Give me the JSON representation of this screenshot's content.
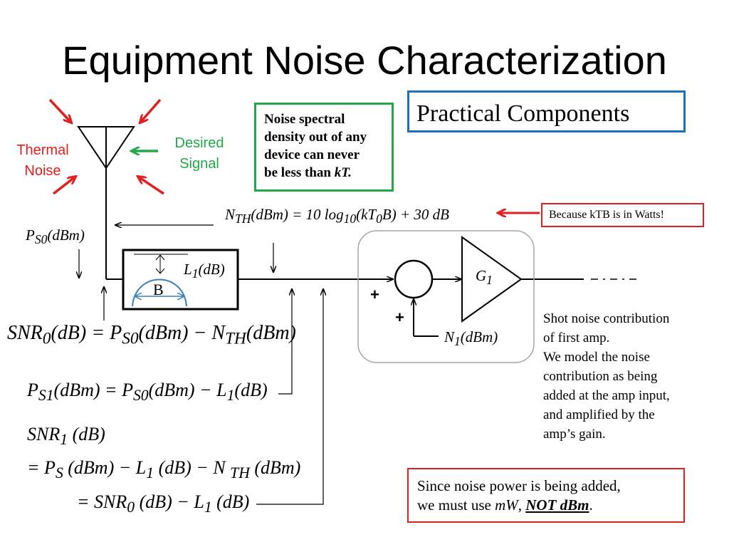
{
  "title": "Equipment Noise Characterization",
  "practical_box": "Practical Components",
  "note_green": {
    "line1": "Noise spectral",
    "line2": "density out of any",
    "line3": "device can never",
    "line4": "be less than ",
    "kt": "kT."
  },
  "note_red_small": "Because kTB is in Watts!",
  "note_red_big": {
    "line1": "Since  noise power is being added,",
    "line2_a": "we must use ",
    "mw": "mW",
    "line2_b": ",   ",
    "not_dbm": "NOT dBm",
    "period": "."
  },
  "thermal_noise": {
    "line1": "Thermal",
    "line2": "Noise"
  },
  "desired_signal": {
    "line1": "Desired",
    "line2": "Signal"
  },
  "nth_equation": "N<sub>TH</sub>(dBm) = 10 log<sub>10</sub>(kT<sub>0</sub>B) + 30 dB",
  "ps0_label": "P<sub>S0</sub>(dBm)",
  "l1_label": "L<sub>1</sub>(dB)",
  "b_label": "B",
  "g1_label": "G<sub>1</sub>",
  "n1_label": "N<sub>1</sub>(dBm)",
  "plus": "+",
  "shot_noise": {
    "line1": "Shot noise contribution",
    "line2": "of  first amp.",
    "line3": "We model the  noise",
    "line4": "contribution as being",
    "line5": "added at the amp input,",
    "line6": "and amplified by the",
    "line7": "amp’s gain."
  },
  "eq_snr0": "SNR<sub>0</sub>(dB) = P<sub>S0</sub>(dBm) − N<sub>TH</sub>(dBm)",
  "eq_ps1": "P<sub>S1</sub>(dBm) = P<sub>S0</sub>(dBm) − L<sub>1</sub>(dB)",
  "eq_snr1_a": "SNR<sub>1</sub> (dB)",
  "eq_snr1_b": "= P<sub>S</sub> (dBm) − L<sub>1</sub> (dB) − N <sub>TH</sub> (dBm)",
  "eq_snr1_c": "= SNR<sub>0</sub> (dB) − L<sub>1</sub> (dB)",
  "colors": {
    "blue_box": "#1f6fbf",
    "green_box": "#22a84a",
    "red": "#e02020",
    "green_arrow": "#22a84a"
  }
}
